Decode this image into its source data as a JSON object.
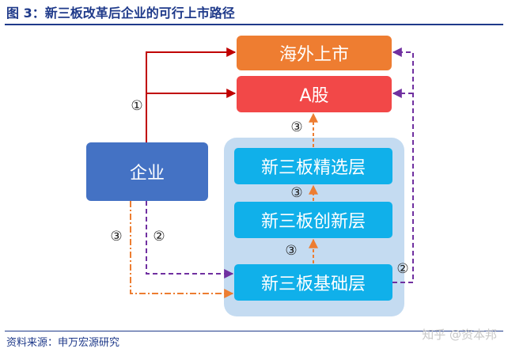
{
  "header": {
    "title": "图 3：新三板改革后企业的可行上市路径"
  },
  "nodes": {
    "overseas": "海外上市",
    "ashare": "A股",
    "enterprise": "企业",
    "select_tier": "新三板精选层",
    "innovation_tier": "新三板创新层",
    "basic_tier": "新三板基础层"
  },
  "paths": {
    "p1": "①",
    "p2": "②",
    "p3": "③"
  },
  "footer": {
    "source": "资料来源：申万宏源研究",
    "watermark": "知乎 @资本邦"
  },
  "colors": {
    "title_blue": "#1f3a8a",
    "overseas": "#ee7d31",
    "ashare": "#f24848",
    "enterprise": "#4472c4",
    "tier": "#10b0ea",
    "panel": "#c4dbf1",
    "path1": "#c00000",
    "path2": "#7030a0",
    "path3": "#ed7d31"
  }
}
